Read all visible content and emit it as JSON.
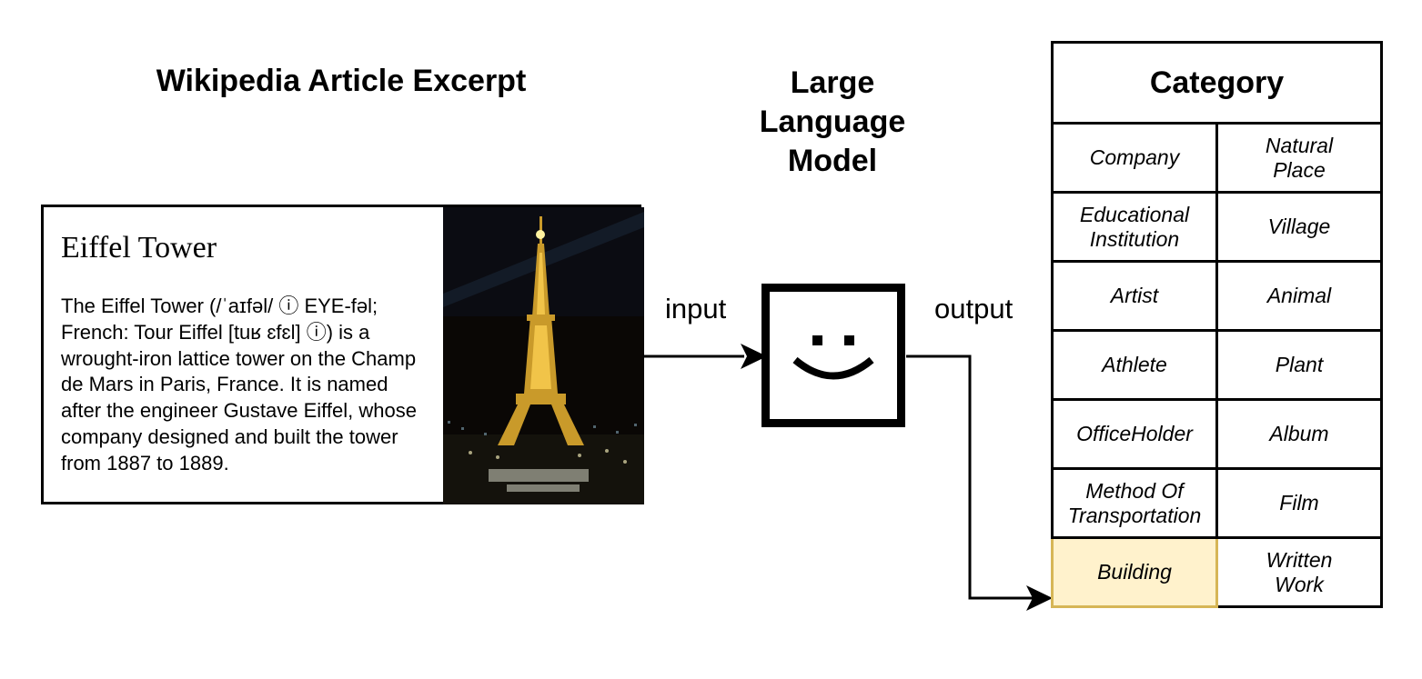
{
  "section_title": "Wikipedia Article Excerpt",
  "llm_title": "Large\nLanguage\nModel",
  "article": {
    "heading": "Eiffel Tower",
    "text": "The Eiffel Tower (/ˈaɪfəl/ ⓘ EYE-fəl; French: Tour Eiffel [tuʁ ɛfɛl] ⓘ) is a wrought-iron lattice tower on the Champ de Mars in Paris, France. It is named after the engineer Gustave Eiffel, whose company designed and built the tower from 1887 to 1889."
  },
  "flow": {
    "input_label": "input",
    "output_label": "output"
  },
  "category_table": {
    "header": "Category",
    "rows": [
      [
        "Company",
        "Natural\nPlace"
      ],
      [
        "Educational\nInstitution",
        "Village"
      ],
      [
        "Artist",
        "Animal"
      ],
      [
        "Athlete",
        "Plant"
      ],
      [
        "OfficeHolder",
        "Album"
      ],
      [
        "Method Of\nTransportation",
        "Film"
      ],
      [
        "Building",
        "Written\nWork"
      ]
    ],
    "selected": "Building",
    "highlight_color": "#fff2cc",
    "highlight_border": "#d6b656"
  }
}
